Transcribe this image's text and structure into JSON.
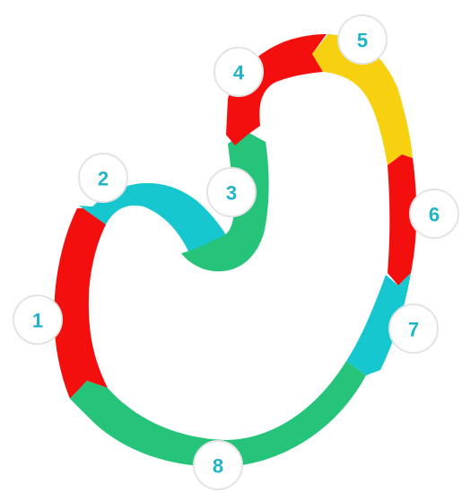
{
  "colors": {
    "red": "#f40f0f",
    "cyan": "#17c7cf",
    "green": "#25c47a",
    "yellow": "#f7d10f",
    "label": "#1fb4c6"
  },
  "steps": [
    {
      "label": "1",
      "color": "red"
    },
    {
      "label": "2",
      "color": "cyan"
    },
    {
      "label": "3",
      "color": "green"
    },
    {
      "label": "4",
      "color": "red"
    },
    {
      "label": "5",
      "color": "yellow"
    },
    {
      "label": "6",
      "color": "red"
    },
    {
      "label": "7",
      "color": "cyan"
    },
    {
      "label": "8",
      "color": "green"
    }
  ]
}
